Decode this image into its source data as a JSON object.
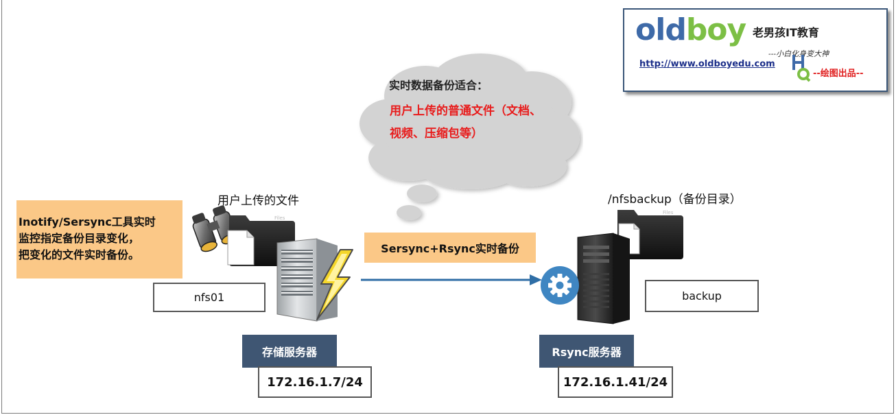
{
  "logo": {
    "brand": "oldboy",
    "brand_part1": "o",
    "brand_part2": "ld",
    "brand_part3": "boy",
    "cn_name": "老男孩IT教育",
    "slogan": "---小白化身变大神",
    "url": "http://www.oldboyedu.com",
    "credit": "--绘图出品--",
    "colors": {
      "blue": "#3e6aa8",
      "green": "#7cbf45",
      "red": "#e02020"
    }
  },
  "cloud": {
    "heading": "实时数据备份适合：",
    "content": "用户上传的普通文件（文档、视频、压缩包等）"
  },
  "left_note": {
    "lines": [
      "Inotify/Sersync工具实时",
      "监控指定备份目录变化，",
      "把变化的文件实时备份。"
    ]
  },
  "nfs_server": {
    "files_label": "用户上传的文件",
    "hostname": "nfs01",
    "role": "存储服务器",
    "ip": "172.16.1.7/24"
  },
  "transfer": {
    "label": "Sersync+Rsync实时备份"
  },
  "backup_server": {
    "dir_label": "/nfsbackup（备份目录）",
    "hostname": "backup",
    "role": "Rsync服务器",
    "ip": "172.16.1.41/24"
  },
  "folder_tab_label": "Files",
  "colors": {
    "note_orange": "#fbc887",
    "role_box_navy": "#3f5673",
    "arrow_blue": "#2f6ea6",
    "cloud_gray": "#d3d3d3",
    "highlight_red": "#e81c1c"
  }
}
